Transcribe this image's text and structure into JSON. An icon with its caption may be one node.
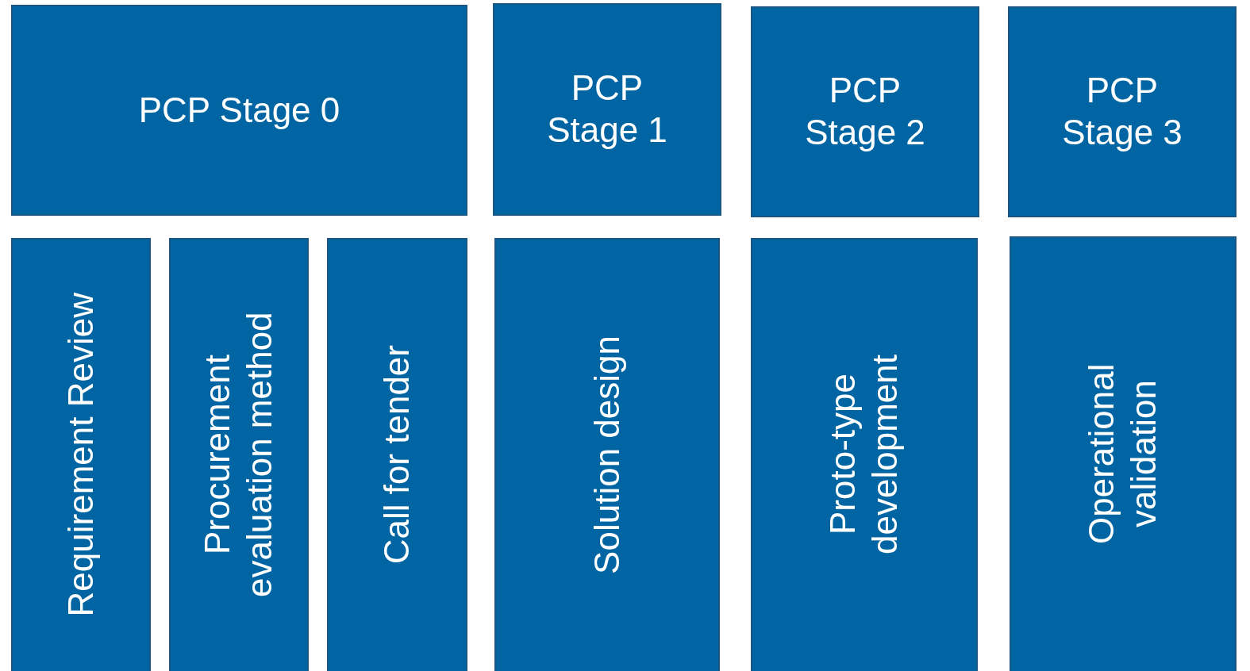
{
  "diagram": {
    "nodes": [
      {
        "text": [
          "PCP Stage 0"
        ]
      },
      {
        "text": [
          "PCP Stage 1"
        ]
      },
      {
        "text": [
          "PCP Stage 2"
        ]
      },
      {
        "text": [
          "PCP Stage 3"
        ]
      },
      {
        "text": [
          "Requirement Review"
        ]
      },
      {
        "text": [
          "Procurement evaluation method"
        ]
      },
      {
        "text": [
          "Call for tender"
        ]
      },
      {
        "text": [
          "Solution design"
        ]
      },
      {
        "text": [
          "Proto-type development"
        ]
      },
      {
        "text": [
          "Operational validation"
        ]
      }
    ]
  }
}
